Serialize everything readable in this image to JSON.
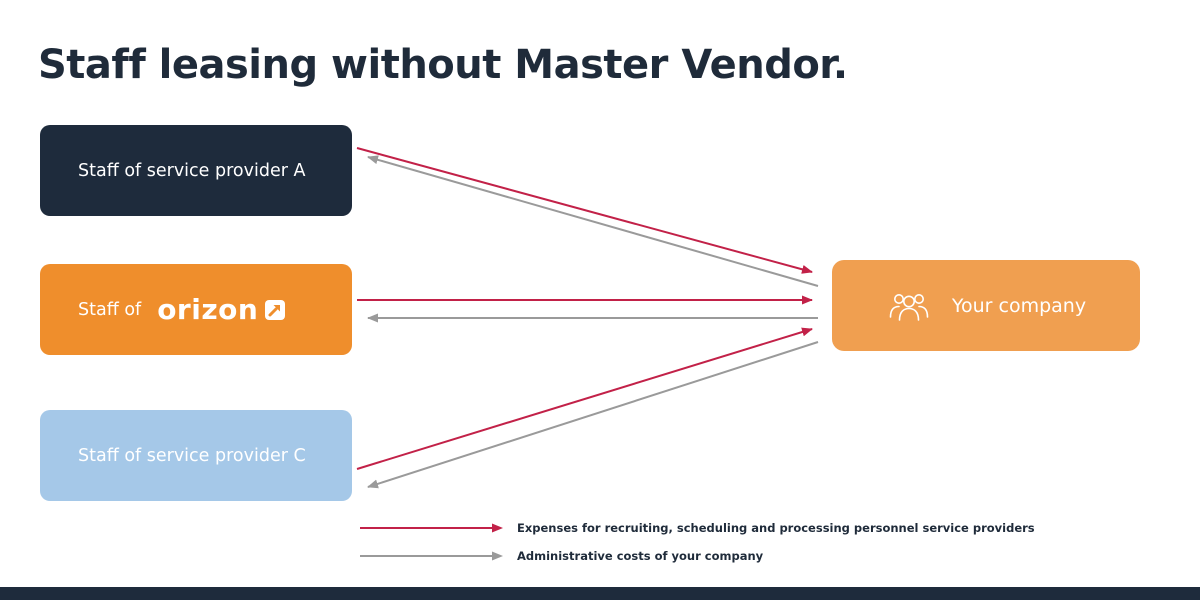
{
  "title": "Staff leasing without Master Vendor.",
  "boxes": {
    "provider_a": {
      "label": "Staff of service provider A",
      "bg": "#1e2b3c"
    },
    "provider_orizon": {
      "prefix": "Staff of",
      "brand": "orizon",
      "bg": "#ef8e2c"
    },
    "provider_c": {
      "label": "Staff of service provider C",
      "bg": "#a5c8e8"
    },
    "company": {
      "label": "Your company",
      "bg": "#f09f50"
    }
  },
  "legend": {
    "items": [
      {
        "color": "#c22148",
        "label": "Expenses for recruiting, scheduling and processing personnel service providers"
      },
      {
        "color": "#9a9a9a",
        "label": "Administrative costs of your company"
      }
    ]
  },
  "colors": {
    "title_text": "#1f2b3a",
    "expenses_arrow": "#c22148",
    "admin_arrow": "#9a9a9a",
    "footer_bar": "#1e2b3c"
  },
  "icons": {
    "company": "people-group-icon",
    "brand": "diagonal-arrow-icon"
  }
}
